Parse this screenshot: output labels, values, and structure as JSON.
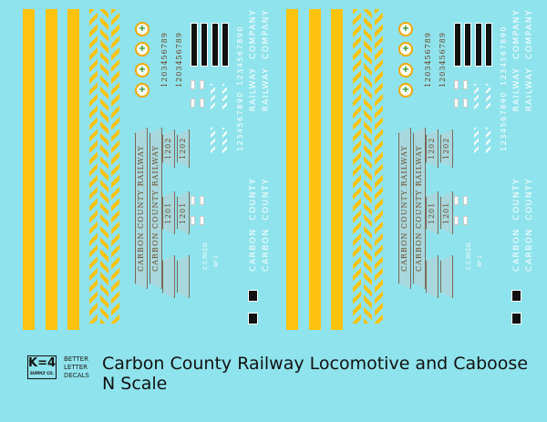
{
  "logo": {
    "mark": "K=4",
    "sub": "SUPPLY CO."
  },
  "tagline": [
    "BETTER",
    "LETTER",
    "DECALS"
  ],
  "title": "Carbon County Railway Locomotive and Caboose",
  "subtitle": "N Scale",
  "decals": {
    "railroad_name": "CARBON COUNTY RAILWAY",
    "number_a": "1202",
    "number_b": "1201",
    "numerals": "1203456789",
    "numerals_white": "1234567890",
    "railway_company": "RAILWAY  COMPANY",
    "carbon_county": "CARBON  COUNTY",
    "ccry": "C.C.RY.CO.",
    "no1": "Nº 1",
    "herald": "+"
  },
  "colors": {
    "background": "#8fe3ec",
    "yellow": "#ffc20e"
  }
}
